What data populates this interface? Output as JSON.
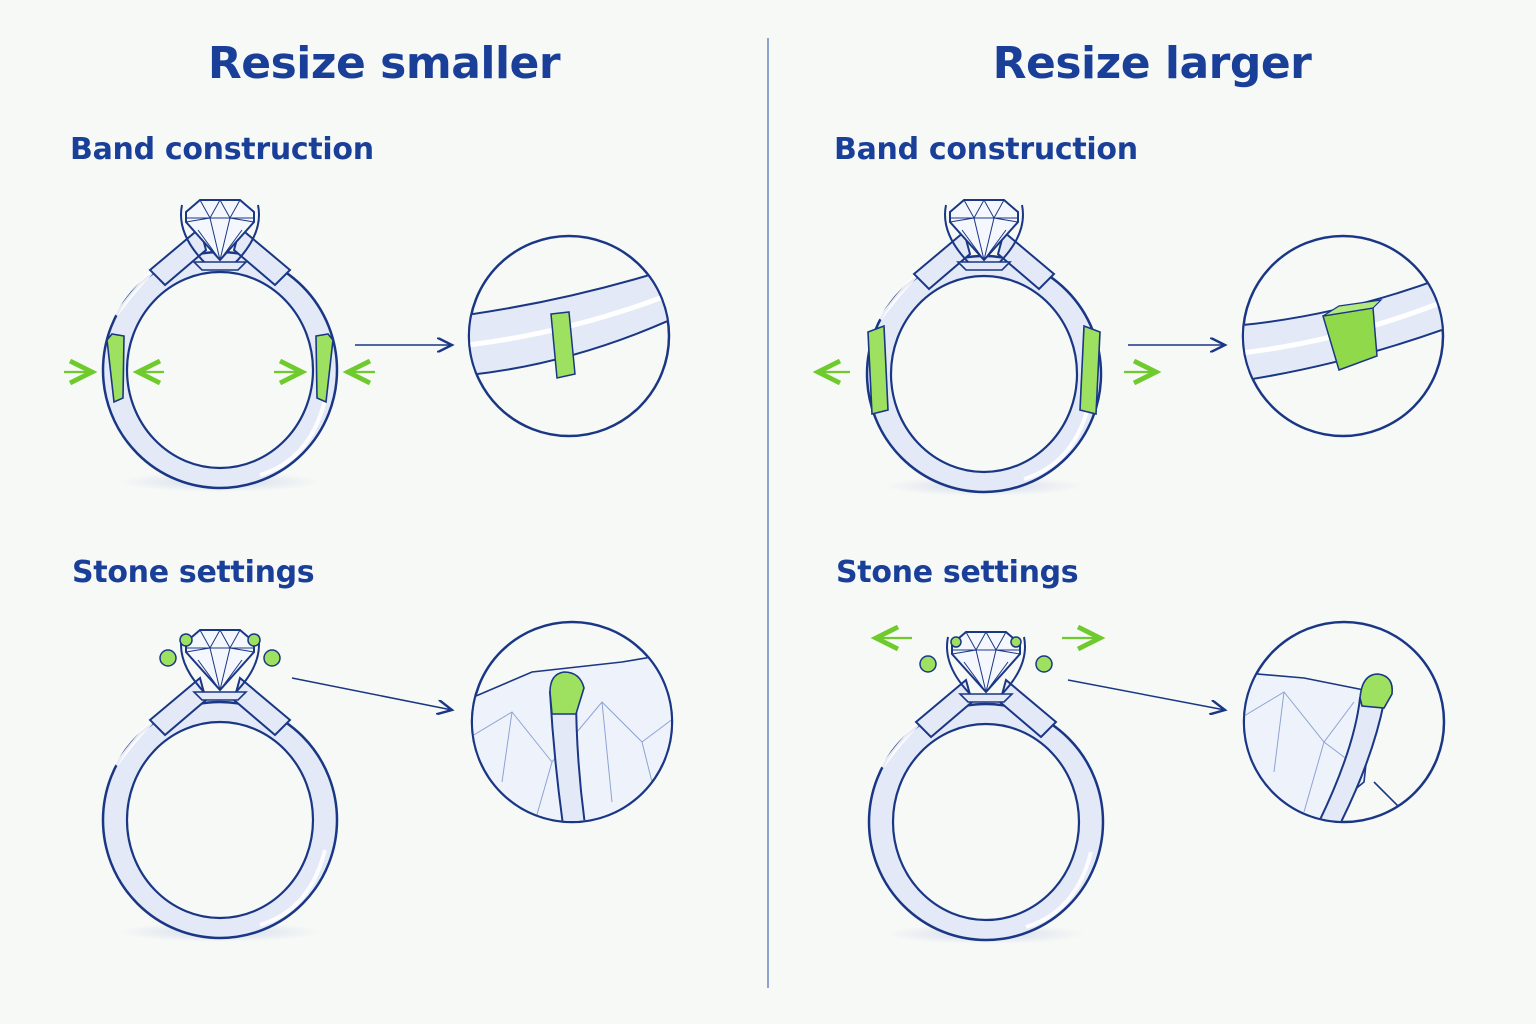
{
  "left_panel": {
    "title": "Resize smaller",
    "band_label": "Band construction",
    "stone_label": "Stone settings"
  },
  "right_panel": {
    "title": "Resize larger",
    "band_label": "Band construction",
    "stone_label": "Stone settings"
  },
  "colors": {
    "line": "#1a3785",
    "band_fill": "#e3e9f7",
    "highlight": "#7ed13a",
    "background": "#f7f9f6"
  }
}
